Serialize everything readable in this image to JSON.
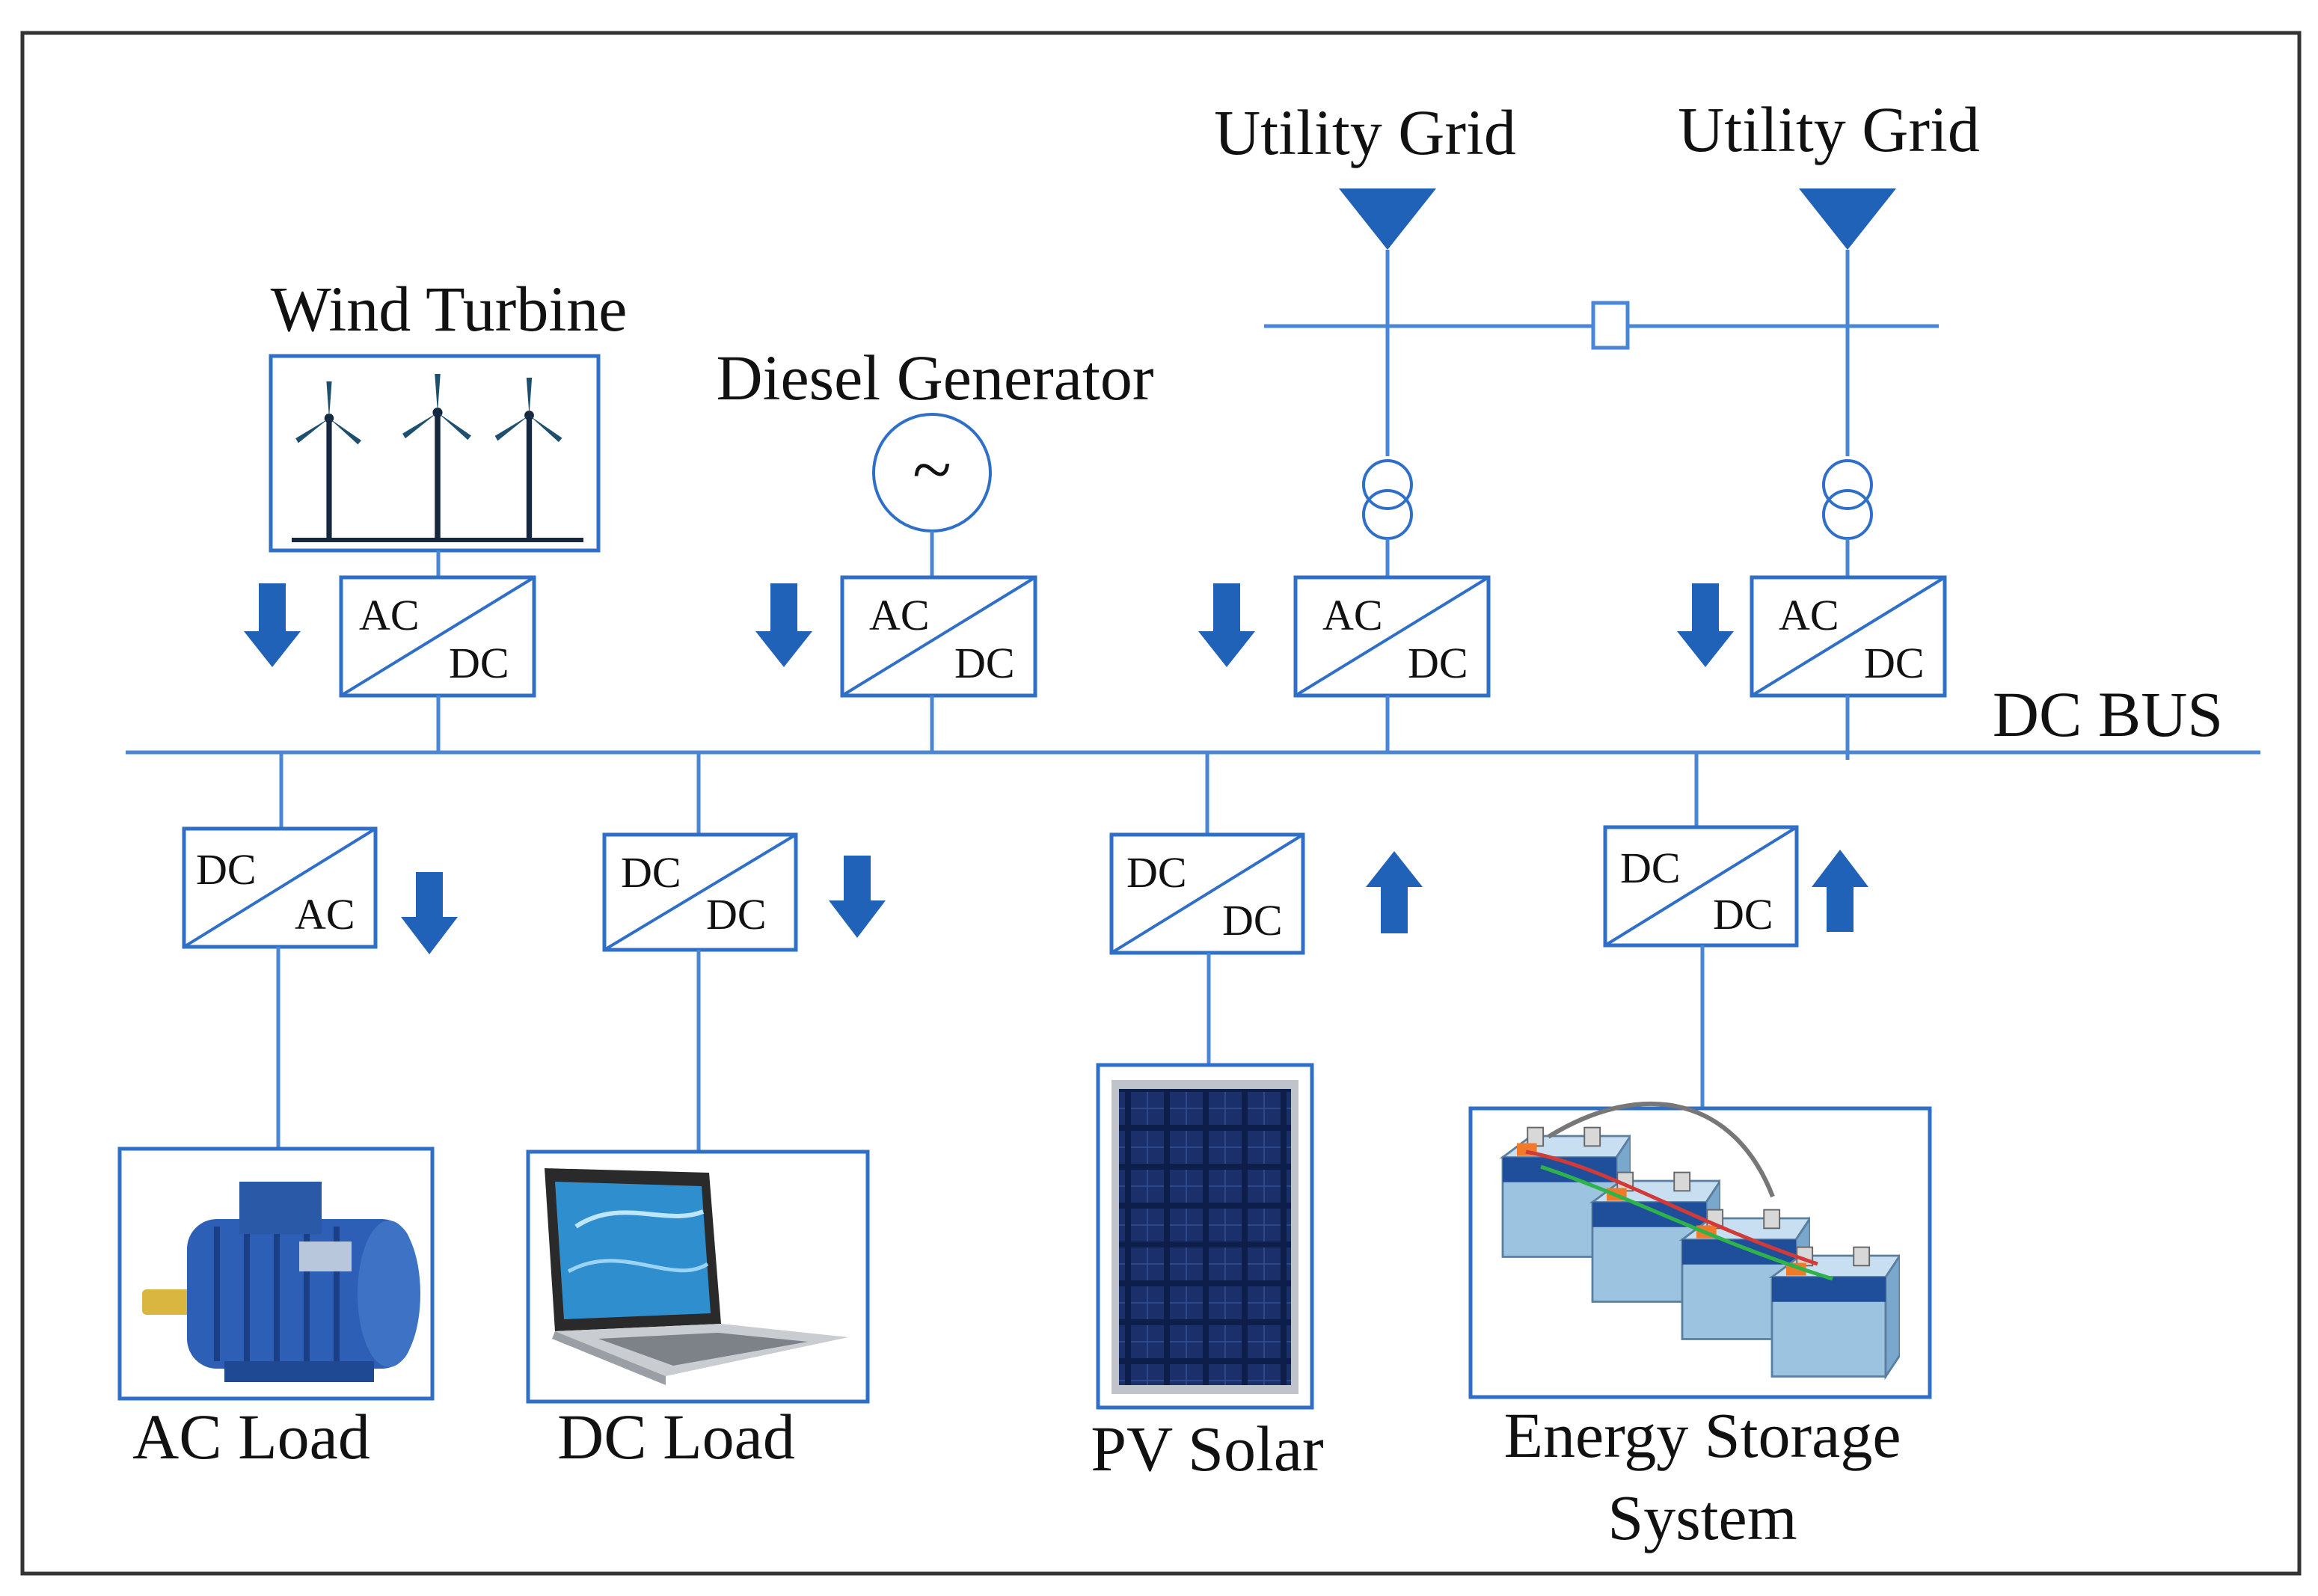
{
  "diagram": {
    "title": "",
    "sources": {
      "wind": "Wind Turbine",
      "diesel": "Diesel Generator",
      "grid_1": "Utility Grid",
      "grid_2": "Utility Grid"
    },
    "bus_label": "DC BUS",
    "converters": {
      "wind": {
        "top": "AC",
        "bottom": "DC"
      },
      "diesel": {
        "top": "AC",
        "bottom": "DC"
      },
      "grid_1": {
        "top": "AC",
        "bottom": "DC"
      },
      "grid_2": {
        "top": "AC",
        "bottom": "DC"
      },
      "ac_load": {
        "top": "DC",
        "bottom": "AC"
      },
      "dc_load": {
        "top": "DC",
        "bottom": "DC"
      },
      "pv": {
        "top": "DC",
        "bottom": "DC"
      },
      "storage": {
        "top": "DC",
        "bottom": "DC"
      }
    },
    "loads": {
      "ac_load": "AC Load",
      "dc_load": "DC Load",
      "pv": "PV Solar",
      "storage_line1": "Energy Storage",
      "storage_line2": "System"
    },
    "flow_directions": {
      "wind": "down",
      "diesel": "down",
      "grid_1": "down",
      "grid_2": "down",
      "ac_load": "down",
      "dc_load": "down",
      "pv": "up",
      "storage": "up"
    },
    "generator_symbol": "~",
    "colors": {
      "line": "#4a86d6",
      "arrow": "#1f62b8",
      "text": "#111111",
      "motor": "#2c5fb5",
      "battery": "#8fb8d8",
      "solar": "#0d1e4a"
    }
  }
}
